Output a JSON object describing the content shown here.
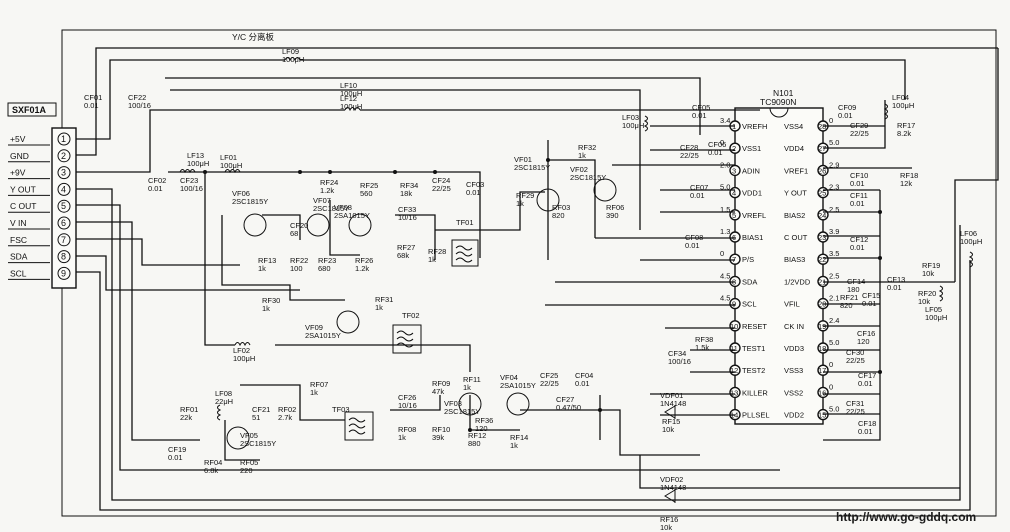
{
  "top_label": "Y/C 分离板",
  "connector": {
    "name": "SXF01A",
    "pins": [
      {
        "num": "1",
        "label": "+5V"
      },
      {
        "num": "2",
        "label": "GND"
      },
      {
        "num": "3",
        "label": "+9V"
      },
      {
        "num": "4",
        "label": "Y OUT"
      },
      {
        "num": "5",
        "label": "C OUT"
      },
      {
        "num": "6",
        "label": "V IN"
      },
      {
        "num": "7",
        "label": "FSC"
      },
      {
        "num": "8",
        "label": "SDA"
      },
      {
        "num": "9",
        "label": "SCL"
      }
    ]
  },
  "ic": {
    "name": "N101",
    "part": "TC9090N",
    "left_pins": [
      {
        "num": "1",
        "label": "VREFH",
        "volt": "3.4"
      },
      {
        "num": "2",
        "label": "VSS1",
        "volt": "0"
      },
      {
        "num": "3",
        "label": "ADIN",
        "volt": "2.0"
      },
      {
        "num": "4",
        "label": "VDD1",
        "volt": "5.0"
      },
      {
        "num": "5",
        "label": "VREFL",
        "volt": "1.5"
      },
      {
        "num": "6",
        "label": "BIAS1",
        "volt": "1.3"
      },
      {
        "num": "7",
        "label": "P/S",
        "volt": "0"
      },
      {
        "num": "8",
        "label": "SDA",
        "volt": "4.5"
      },
      {
        "num": "9",
        "label": "SCL",
        "volt": "4.5"
      },
      {
        "num": "10",
        "label": "RESET",
        "volt": ""
      },
      {
        "num": "11",
        "label": "TEST1",
        "volt": ""
      },
      {
        "num": "12",
        "label": "TEST2",
        "volt": ""
      },
      {
        "num": "13",
        "label": "KILLER",
        "volt": ""
      },
      {
        "num": "14",
        "label": "PLLSEL",
        "volt": ""
      }
    ],
    "right_pins": [
      {
        "num": "28",
        "label": "VSS4",
        "volt": "0"
      },
      {
        "num": "27",
        "label": "VDD4",
        "volt": "5.0"
      },
      {
        "num": "26",
        "label": "VREF1",
        "volt": "2.9"
      },
      {
        "num": "25",
        "label": "Y OUT",
        "volt": "2.3"
      },
      {
        "num": "24",
        "label": "BIAS2",
        "volt": "2.5"
      },
      {
        "num": "23",
        "label": "C OUT",
        "volt": "3.9"
      },
      {
        "num": "22",
        "label": "BIAS3",
        "volt": "3.5"
      },
      {
        "num": "21",
        "label": "1/2VDD",
        "volt": "2.5"
      },
      {
        "num": "20",
        "label": "VFIL",
        "volt": "2.1"
      },
      {
        "num": "19",
        "label": "CK IN",
        "volt": "2.4"
      },
      {
        "num": "18",
        "label": "VDD3",
        "volt": "5.0"
      },
      {
        "num": "17",
        "label": "VSS3",
        "volt": "0"
      },
      {
        "num": "16",
        "label": "VSS2",
        "volt": "0"
      },
      {
        "num": "15",
        "label": "VDD2",
        "volt": "5.0"
      }
    ]
  },
  "components": [
    {
      "id": "LF09",
      "val": "100μH"
    },
    {
      "id": "LF10",
      "val": "100μH"
    },
    {
      "id": "LF12",
      "val": "100μH"
    },
    {
      "id": "LF13",
      "val": "100μH"
    },
    {
      "id": "LF01",
      "val": "100μH"
    },
    {
      "id": "LF02",
      "val": "100μH"
    },
    {
      "id": "LF03",
      "val": "100μH"
    },
    {
      "id": "LF04",
      "val": "100μH"
    },
    {
      "id": "LF05",
      "val": "100μH"
    },
    {
      "id": "LF06",
      "val": "100μH"
    },
    {
      "id": "LF08",
      "val": "22μH"
    },
    {
      "id": "CF01",
      "val": "0.01"
    },
    {
      "id": "CF22",
      "val": "100/16"
    },
    {
      "id": "CF02",
      "val": "0.01"
    },
    {
      "id": "CF23",
      "val": "100/16"
    },
    {
      "id": "CF20",
      "val": "68"
    },
    {
      "id": "CF33",
      "val": "10/16"
    },
    {
      "id": "CF24",
      "val": "22/25"
    },
    {
      "id": "CF03",
      "val": "0.01"
    },
    {
      "id": "CF05",
      "val": "0.01"
    },
    {
      "id": "CF06",
      "val": "0.01"
    },
    {
      "id": "CF28",
      "val": "22/25"
    },
    {
      "id": "CF07",
      "val": "0.01"
    },
    {
      "id": "CF08",
      "val": "0.01"
    },
    {
      "id": "CF09",
      "val": "0.01"
    },
    {
      "id": "CF29",
      "val": "22/25"
    },
    {
      "id": "CF10",
      "val": "0.01"
    },
    {
      "id": "CF11",
      "val": "0.01"
    },
    {
      "id": "CF12",
      "val": "0.01"
    },
    {
      "id": "CF13",
      "val": "0.01"
    },
    {
      "id": "CF14",
      "val": "180"
    },
    {
      "id": "CF15",
      "val": "0.01"
    },
    {
      "id": "CF16",
      "val": "120"
    },
    {
      "id": "CF30",
      "val": "22/25"
    },
    {
      "id": "CF17",
      "val": "0.01"
    },
    {
      "id": "CF31",
      "val": "22/25"
    },
    {
      "id": "CF18",
      "val": "0.01"
    },
    {
      "id": "CF34",
      "val": "100/16"
    },
    {
      "id": "CF26",
      "val": "10/16"
    },
    {
      "id": "CF25",
      "val": "22/25"
    },
    {
      "id": "CF04",
      "val": "0.01"
    },
    {
      "id": "CF27",
      "val": "0.47/50"
    },
    {
      "id": "CF21",
      "val": "51"
    },
    {
      "id": "CF19",
      "val": "0.01"
    },
    {
      "id": "RF13",
      "val": "1k"
    },
    {
      "id": "RF22",
      "val": "100"
    },
    {
      "id": "RF23",
      "val": "680"
    },
    {
      "id": "RF24",
      "val": "1.2k"
    },
    {
      "id": "RF25",
      "val": "560"
    },
    {
      "id": "RF26",
      "val": "1.2k"
    },
    {
      "id": "RF34",
      "val": "18k"
    },
    {
      "id": "RF27",
      "val": "68k"
    },
    {
      "id": "RF28",
      "val": "1k"
    },
    {
      "id": "RF29",
      "val": "1k"
    },
    {
      "id": "RF03",
      "val": "820"
    },
    {
      "id": "RF32",
      "val": "1k"
    },
    {
      "id": "RF06",
      "val": "390"
    },
    {
      "id": "RF30",
      "val": "1k"
    },
    {
      "id": "RF31",
      "val": "1k"
    },
    {
      "id": "RF17",
      "val": "8.2k"
    },
    {
      "id": "RF18",
      "val": "12k"
    },
    {
      "id": "RF19",
      "val": "10k"
    },
    {
      "id": "RF20",
      "val": "10k"
    },
    {
      "id": "RF21",
      "val": "820"
    },
    {
      "id": "RF38",
      "val": "1.5k"
    },
    {
      "id": "RF15",
      "val": "10k"
    },
    {
      "id": "RF16",
      "val": "10k"
    },
    {
      "id": "RF07",
      "val": "1k"
    },
    {
      "id": "RF09",
      "val": "47k"
    },
    {
      "id": "RF11",
      "val": "1k"
    },
    {
      "id": "RF36",
      "val": "120"
    },
    {
      "id": "RF12",
      "val": "880"
    },
    {
      "id": "RF08",
      "val": "1k"
    },
    {
      "id": "RF10",
      "val": "39k"
    },
    {
      "id": "RF14",
      "val": "1k"
    },
    {
      "id": "RF01",
      "val": "22k"
    },
    {
      "id": "RF02",
      "val": "2.7k"
    },
    {
      "id": "RF04",
      "val": "6.8k"
    },
    {
      "id": "RF05",
      "val": "220"
    }
  ],
  "transistors": [
    {
      "id": "VF06",
      "part": "2SC1815Y"
    },
    {
      "id": "VF07",
      "part": "2SC1815Y"
    },
    {
      "id": "VF08",
      "part": "2SA1015Y"
    },
    {
      "id": "VF01",
      "part": "2SC1815Y"
    },
    {
      "id": "VF02",
      "part": "2SC1815Y"
    },
    {
      "id": "VF09",
      "part": "2SA1015Y"
    },
    {
      "id": "VF03",
      "part": "2SC1815Y"
    },
    {
      "id": "VF04",
      "part": "2SA1015Y"
    },
    {
      "id": "VF05",
      "part": "2SC1815Y"
    }
  ],
  "filters": [
    {
      "id": "TF01"
    },
    {
      "id": "TF02"
    },
    {
      "id": "TF03"
    }
  ],
  "diodes": [
    {
      "id": "VDF01",
      "part": "1N4148"
    },
    {
      "id": "VDF02",
      "part": "1N4148"
    }
  ],
  "watermark": "http://www.go-gddq.com"
}
